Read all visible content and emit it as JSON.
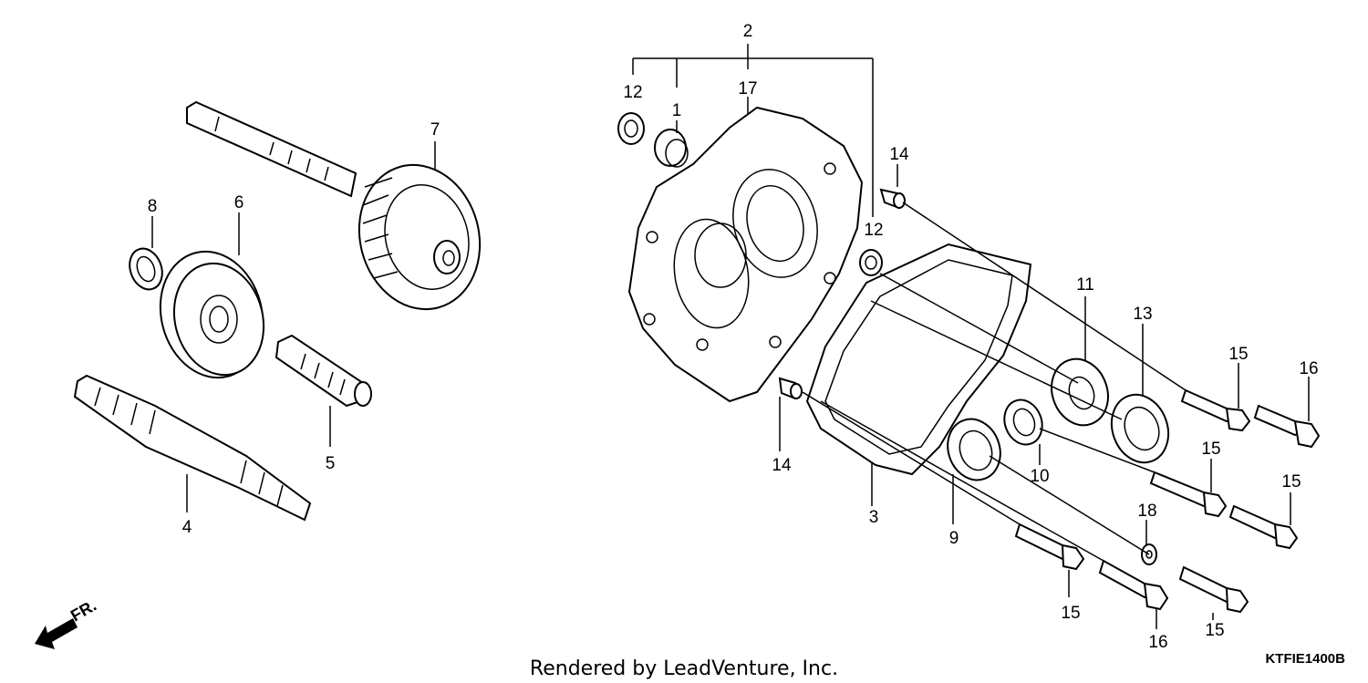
{
  "labels": {
    "p1": "1",
    "p2": "2",
    "p3": "3",
    "p4": "4",
    "p5": "5",
    "p6": "6",
    "p7": "7",
    "p8": "8",
    "p9": "9",
    "p10": "10",
    "p11": "11",
    "p12a": "12",
    "p12b": "12",
    "p13": "13",
    "p14a": "14",
    "p14b": "14",
    "p15a": "15",
    "p15b": "15",
    "p15c": "15",
    "p15d": "15",
    "p15e": "15",
    "p16a": "16",
    "p16b": "16",
    "p17": "17",
    "p18": "18"
  },
  "direction_label": "FR.",
  "credit": "Rendered by LeadVenture, Inc.",
  "diagram_code": "KTFIE1400B"
}
